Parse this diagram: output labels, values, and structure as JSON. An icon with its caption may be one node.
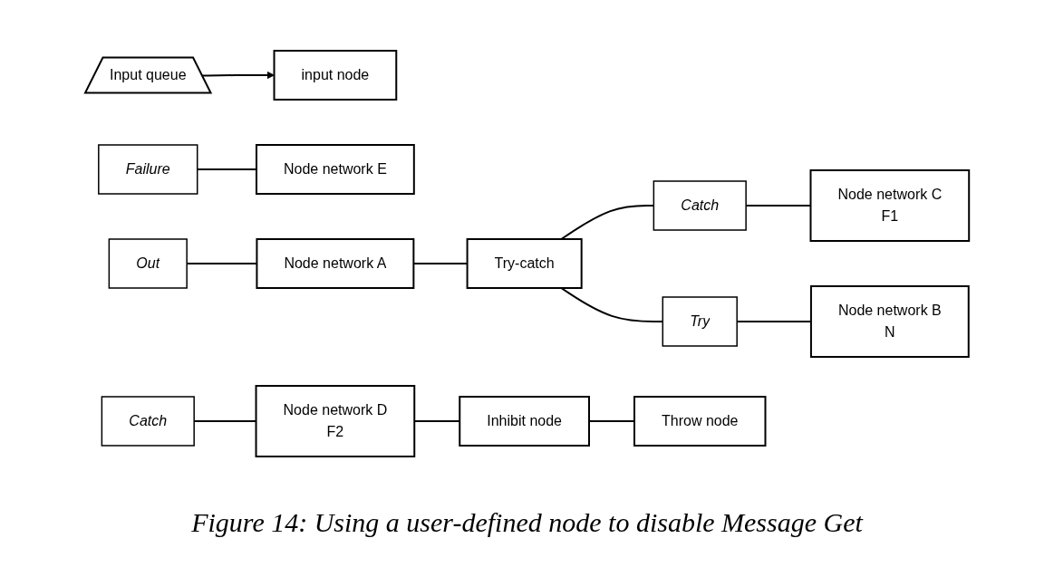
{
  "diagram": {
    "caption": "Figure 14: Using a user-defined node to disable Message Get",
    "nodes": [
      {
        "text": [
          "Input queue"
        ]
      },
      {
        "text": [
          "input node"
        ]
      },
      {
        "text": [
          "Failure"
        ]
      },
      {
        "text": [
          "Out"
        ]
      },
      {
        "text": [
          "Catch"
        ]
      },
      {
        "text": [
          "Node network E"
        ]
      },
      {
        "text": [
          "Node network A"
        ]
      },
      {
        "text": [
          "Try-catch"
        ]
      },
      {
        "text": [
          "Catch"
        ]
      },
      {
        "text": [
          "Try"
        ]
      },
      {
        "text": [
          "Node network C",
          "F1"
        ]
      },
      {
        "text": [
          "Node network B",
          "N"
        ]
      },
      {
        "text": [
          "Node network D",
          "F2"
        ]
      },
      {
        "text": [
          "Inhibit node"
        ]
      },
      {
        "text": [
          "Throw node"
        ]
      }
    ],
    "edges": [
      {
        "from": 0,
        "to": 1,
        "arrow": "to"
      },
      {
        "from": 2,
        "to": 5,
        "arrow": "none"
      },
      {
        "from": 3,
        "to": 6,
        "arrow": "none"
      },
      {
        "from": 4,
        "to": 12,
        "arrow": "none"
      },
      {
        "from": 6,
        "to": 7,
        "arrow": "none"
      },
      {
        "from": 7,
        "to": 8,
        "arrow": "none"
      },
      {
        "from": 7,
        "to": 9,
        "arrow": "none"
      },
      {
        "from": 8,
        "to": 10,
        "arrow": "none"
      },
      {
        "from": 9,
        "to": 11,
        "arrow": "none"
      },
      {
        "from": 12,
        "to": 13,
        "arrow": "none"
      },
      {
        "from": 13,
        "to": 14,
        "arrow": "none"
      }
    ]
  }
}
